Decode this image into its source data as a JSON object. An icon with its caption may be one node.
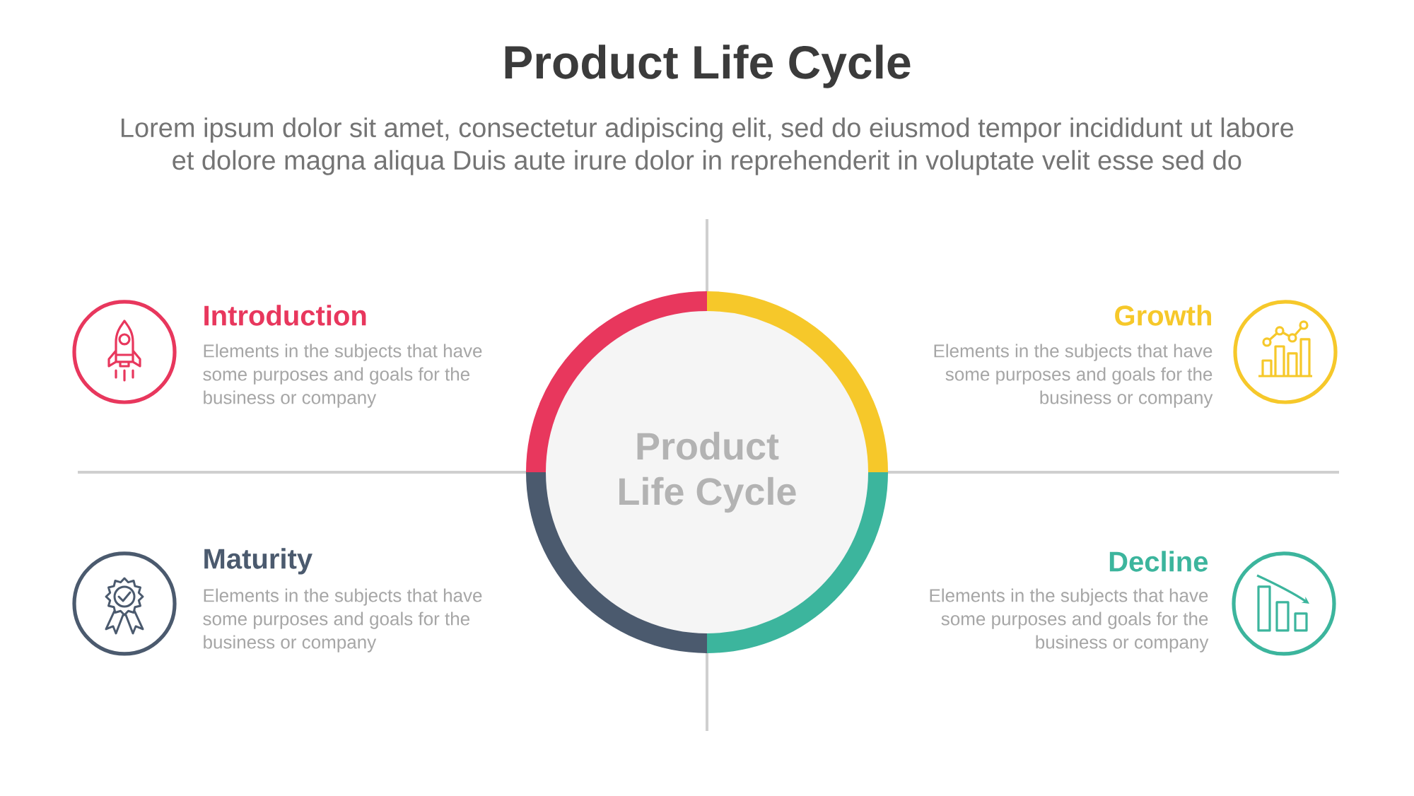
{
  "diagram": {
    "title": "Product Life Cycle",
    "nodes": [
      {
        "text": [
          "Product Life Cycle"
        ]
      },
      {
        "text": [],
        "shape": "circle",
        "beside": [
          "Introduction",
          "Elements in the subjects that have some purposes and goals for the business or company"
        ]
      },
      {
        "text": [],
        "shape": "circle",
        "beside": [
          "Growth",
          "Elements in the subjects that have some purposes and goals for the business or company"
        ]
      },
      {
        "text": [],
        "shape": "circle",
        "beside": [
          "Maturity",
          "Elements in the subjects that have some purposes and goals for the business or company"
        ]
      },
      {
        "text": [],
        "shape": "circle",
        "beside": [
          "Decline",
          "Elements in the subjects that have some purposes and goals for the business or company"
        ]
      }
    ],
    "labels": [
      "Lorem ipsum dolor sit amet, consectetur adipiscing elit, sed do eiusmod tempor incididunt ut labore et dolore magna aliqua Duis aute irure dolor in reprehenderit in voluptate velit esse sed do"
    ]
  }
}
